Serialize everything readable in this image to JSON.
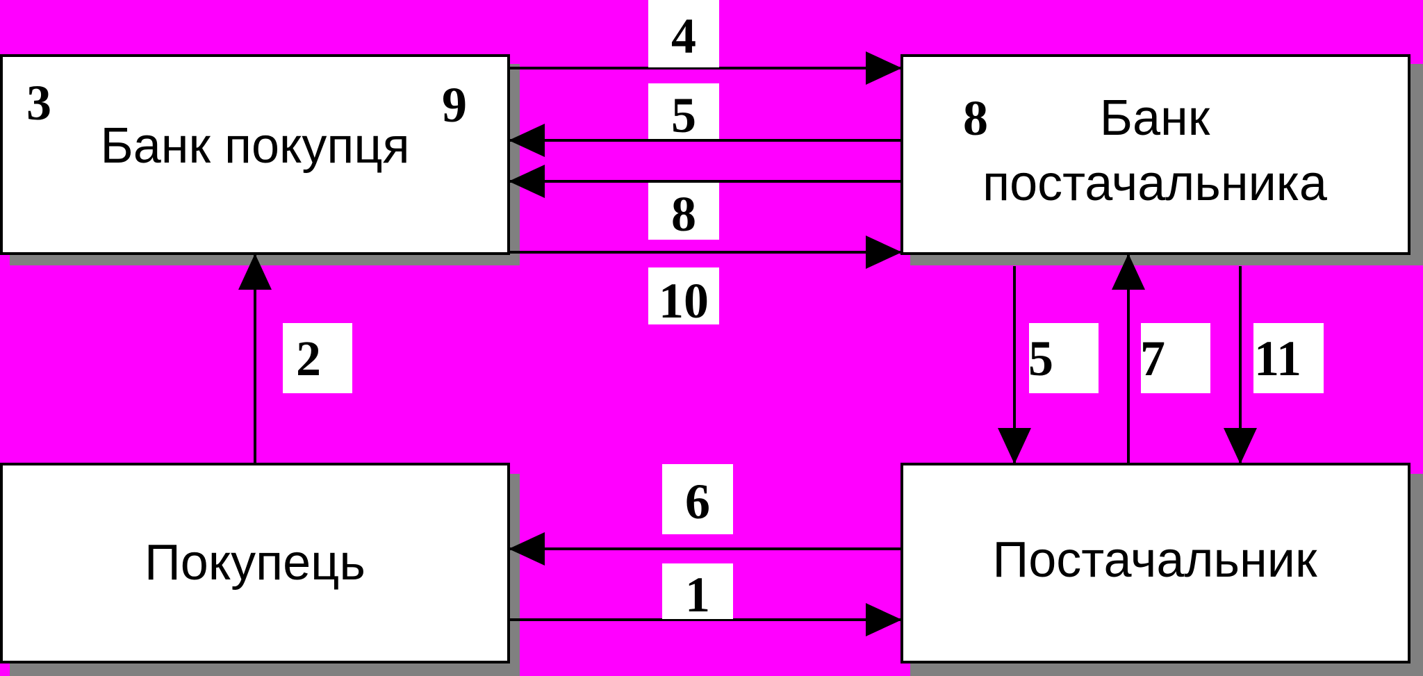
{
  "colors": {
    "background": "#FF00FF",
    "box_fill": "#FFFFFF",
    "box_shadow": "#808080",
    "line": "#000000",
    "label_bg": "#FFFFFF"
  },
  "nodes": {
    "buyer_bank": {
      "label": "Банк покупця",
      "corner_left": "3",
      "corner_right": "9"
    },
    "supplier_bank": {
      "line1": "Банк",
      "line2": "постачальника",
      "corner": "8"
    },
    "buyer": {
      "label": "Покупець"
    },
    "supplier": {
      "label": "Постачальник"
    }
  },
  "steps": {
    "s1": "1",
    "s2": "2",
    "s4": "4",
    "s5_top": "5",
    "s5_right": "5",
    "s6": "6",
    "s7": "7",
    "s8": "8",
    "s10": "10",
    "s11": "11"
  }
}
